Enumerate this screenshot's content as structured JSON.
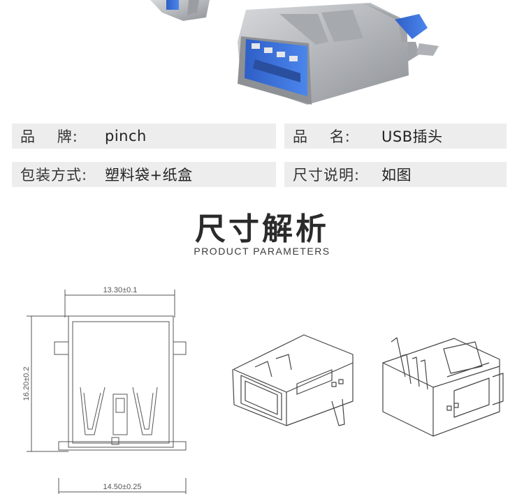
{
  "specs": [
    {
      "label": "品    牌:",
      "value": "pinch"
    },
    {
      "label": "品    名:",
      "value": "USB插头"
    },
    {
      "label": "包装方式:",
      "value": "塑料袋+纸盒"
    },
    {
      "label": "尺寸说明:",
      "value": "如图"
    }
  ],
  "section": {
    "title": "尺寸解析",
    "subtitle": "PRODUCT PARAMETERS"
  },
  "dimensions": {
    "top_width": "13.30±0.1",
    "height": "16.20±0.2",
    "bottom_width": "14.50±0.25"
  },
  "colors": {
    "connector_blue": "#3a6fd8",
    "metal": "#b9bcc0",
    "label_bg": "#ededed"
  }
}
